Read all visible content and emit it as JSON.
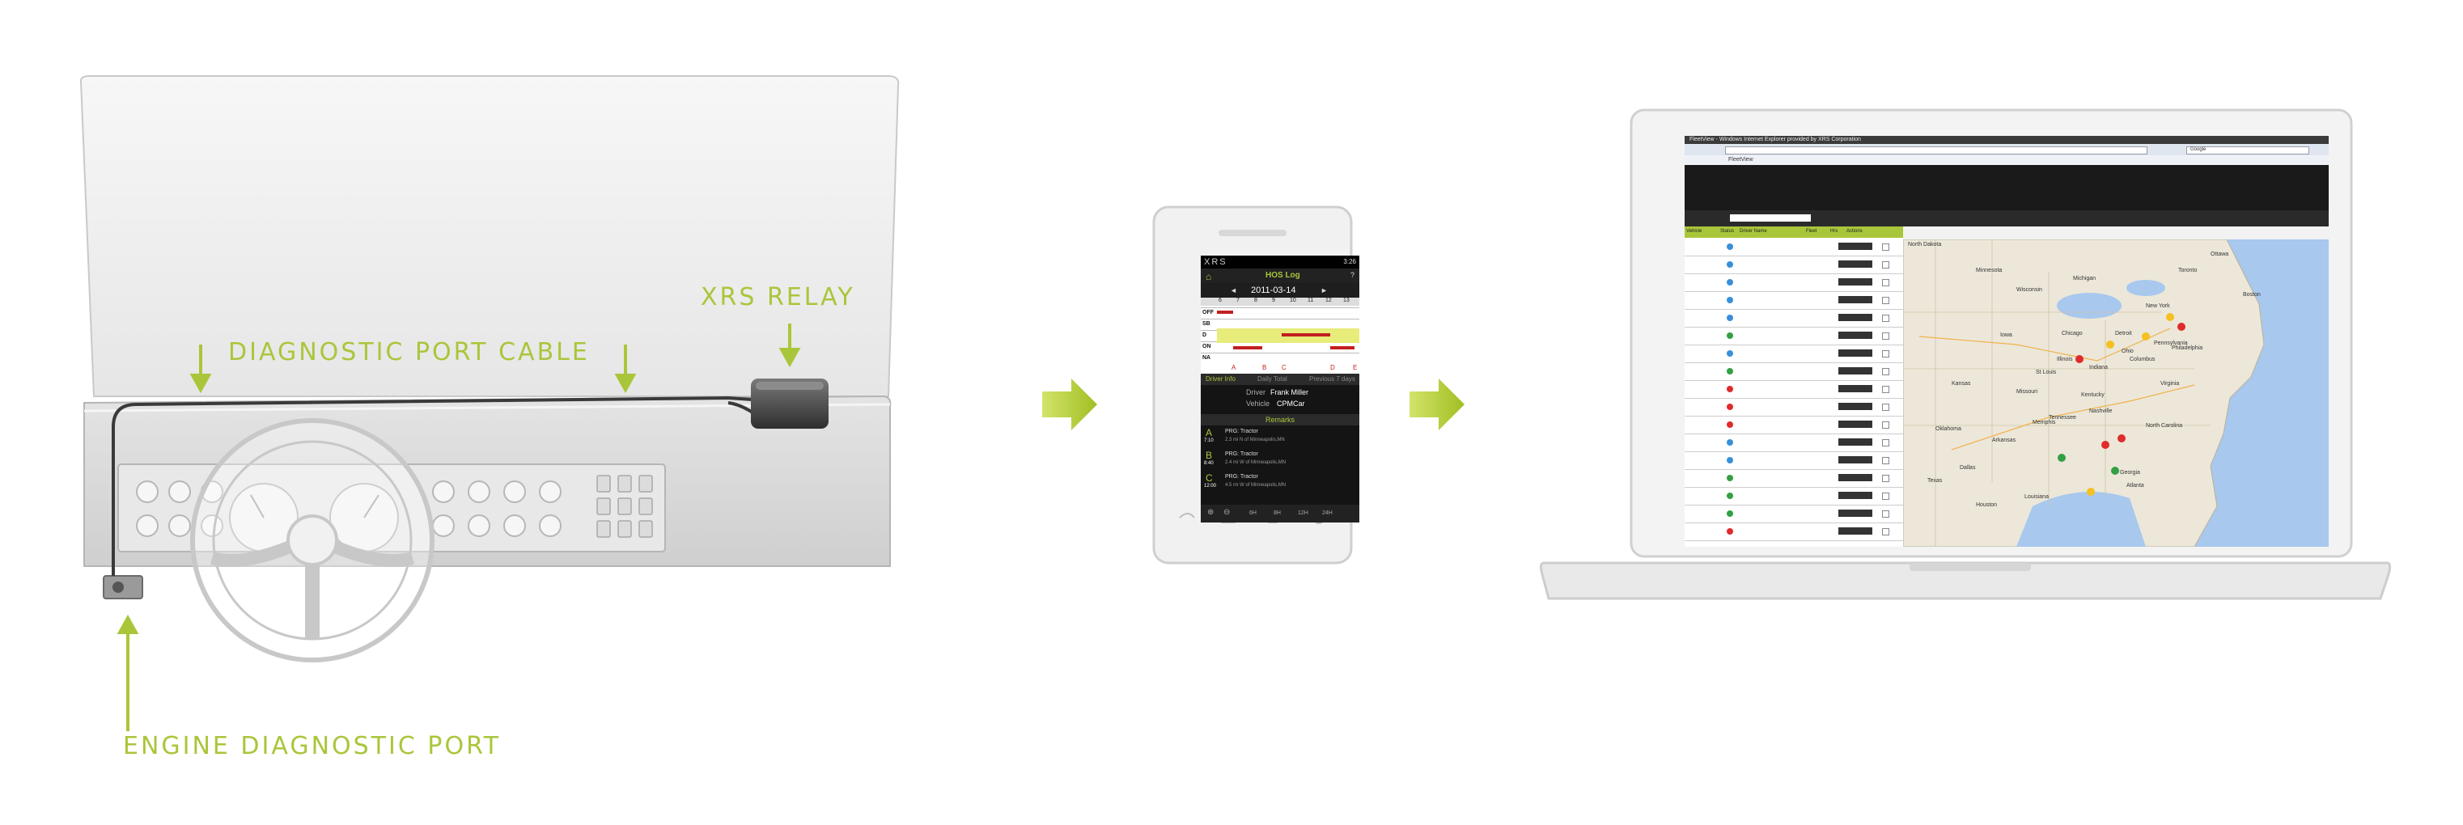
{
  "callouts": {
    "diagnostic_port_cable": "DIAGNOSTIC PORT CABLE",
    "xrs_relay": "XRS RELAY",
    "engine_diagnostic_port": "ENGINE DIAGNOSTIC PORT"
  },
  "phone": {
    "brand": "XRS",
    "time": "3:26",
    "screen_title": "HOS Log",
    "help": "?",
    "date": "2011-03-14",
    "prev": "◄",
    "next": "►",
    "hours": [
      "6",
      "7",
      "8",
      "9",
      "10",
      "11",
      "12",
      "13"
    ],
    "status_rows": [
      "OFF",
      "SB",
      "D",
      "ON",
      "NA"
    ],
    "markers": [
      "A",
      "B",
      "C",
      "D",
      "E"
    ],
    "tabs": [
      "Driver Info",
      "Daily Total",
      "Previous 7 days"
    ],
    "driver_label": "Driver",
    "driver_value": "Frank Miller",
    "vehicle_label": "Vehicle",
    "vehicle_value": "CPMCar",
    "remarks_title": "Remarks",
    "remarks": [
      {
        "letter": "A",
        "time": "7:10",
        "text": "PRG: Tractor",
        "sub": "2.3 mi N of Minneapolis,MN"
      },
      {
        "letter": "B",
        "time": "8:40",
        "text": "PRG: Tractor",
        "sub": "2.4 mi W of Minneapolis,MN"
      },
      {
        "letter": "C",
        "time": "12:00",
        "text": "PRG: Tractor",
        "sub": "4.5 mi W of Minneapolis,MN"
      }
    ],
    "zoom_levels": [
      "6H",
      "8H",
      "12H",
      "24H"
    ]
  },
  "laptop": {
    "browser_title": "FleetView - Windows Internet Explorer provided by XRS Corporation",
    "tab_label": "FleetView",
    "search_engine": "Google",
    "grid_headers": [
      "Vehicle",
      "Status",
      "Driver Name",
      "Fleet",
      "Hrs",
      "Actions"
    ],
    "map_labels": [
      "North Dakota",
      "Minnesota",
      "Wisconsin",
      "Michigan",
      "New York",
      "Pennsylvania",
      "Iowa",
      "Illinois",
      "Indiana",
      "Ohio",
      "Kansas",
      "Missouri",
      "Kentucky",
      "Oklahoma",
      "Arkansas",
      "Tennessee",
      "Texas",
      "Louisiana",
      "Georgia",
      "North Carolina",
      "Virginia",
      "Detroit",
      "Chicago",
      "Philadelphia",
      "Atlanta",
      "Dallas",
      "Houston",
      "Memphis",
      "Nashville",
      "St Louis",
      "Columbus",
      "Toronto",
      "Ottawa",
      "Boston"
    ]
  }
}
